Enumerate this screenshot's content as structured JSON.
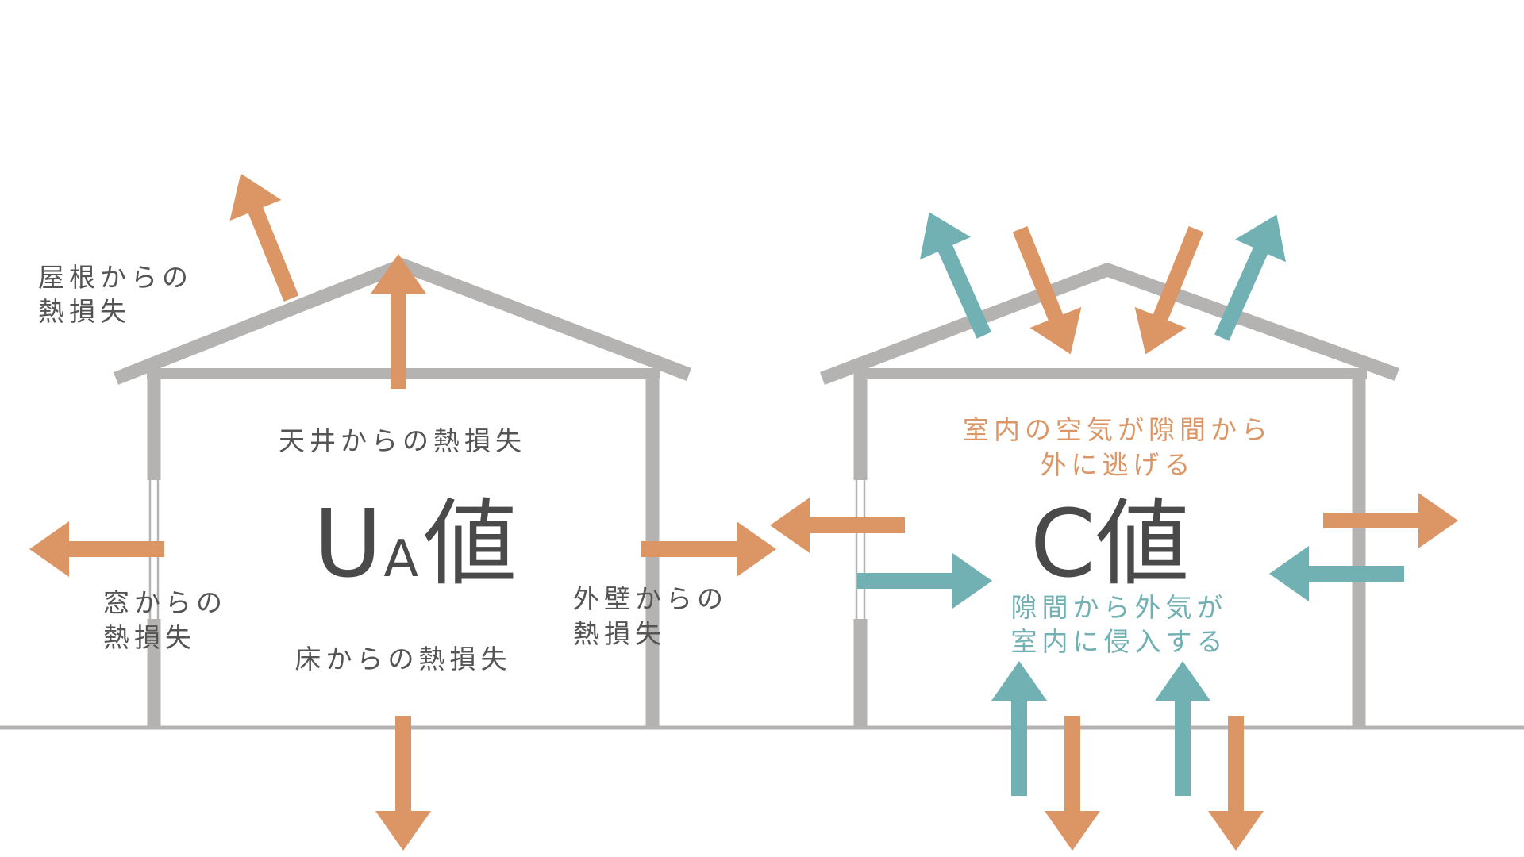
{
  "colors": {
    "structure": "#b4b3b1",
    "heat": "#dc9665",
    "air": "#72b1b3",
    "label_dark": "#545454",
    "title_dark": "#4a4a4a"
  },
  "ua_house": {
    "title_main": "U",
    "title_sub": "A",
    "title_suffix": "値",
    "roof_label_line1": "屋根からの",
    "roof_label_line2": "熱損失",
    "ceiling_label": "天井からの熱損失",
    "window_label_line1": "窓からの",
    "window_label_line2": "熱損失",
    "wall_label_line1": "外壁からの",
    "wall_label_line2": "熱損失",
    "floor_label": "床からの熱損失"
  },
  "c_house": {
    "title": "C値",
    "escape_line1": "室内の空気が隙間から",
    "escape_line2": "外に逃げる",
    "enter_line1": "隙間から外気が",
    "enter_line2": "室内に侵入する"
  }
}
